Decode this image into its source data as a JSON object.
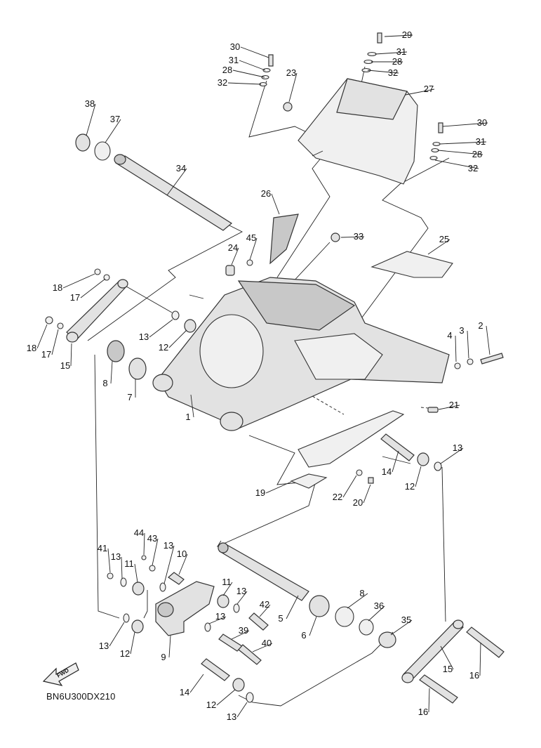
{
  "diagram_code": "BN6U300DX210",
  "fwd_label": "FWD",
  "callouts": [
    {
      "id": "c29",
      "n": "29"
    },
    {
      "id": "c31a",
      "n": "31"
    },
    {
      "id": "c28a",
      "n": "28"
    },
    {
      "id": "c32a",
      "n": "32"
    },
    {
      "id": "c30a",
      "n": "30"
    },
    {
      "id": "c31b",
      "n": "31"
    },
    {
      "id": "c28b",
      "n": "28"
    },
    {
      "id": "c32b",
      "n": "32"
    },
    {
      "id": "c23",
      "n": "23"
    },
    {
      "id": "c27",
      "n": "27"
    },
    {
      "id": "c30b",
      "n": "30"
    },
    {
      "id": "c31c",
      "n": "31"
    },
    {
      "id": "c28c",
      "n": "28"
    },
    {
      "id": "c32c",
      "n": "32"
    },
    {
      "id": "c38",
      "n": "38"
    },
    {
      "id": "c37",
      "n": "37"
    },
    {
      "id": "c34",
      "n": "34"
    },
    {
      "id": "c26",
      "n": "26"
    },
    {
      "id": "c33",
      "n": "33"
    },
    {
      "id": "c25",
      "n": "25"
    },
    {
      "id": "c24",
      "n": "24"
    },
    {
      "id": "c45",
      "n": "45"
    },
    {
      "id": "c18a",
      "n": "18"
    },
    {
      "id": "c17a",
      "n": "17"
    },
    {
      "id": "c18b",
      "n": "18"
    },
    {
      "id": "c17b",
      "n": "17"
    },
    {
      "id": "c15a",
      "n": "15"
    },
    {
      "id": "c13a",
      "n": "13"
    },
    {
      "id": "c12a",
      "n": "12"
    },
    {
      "id": "c8a",
      "n": "8"
    },
    {
      "id": "c7",
      "n": "7"
    },
    {
      "id": "c1",
      "n": "1"
    },
    {
      "id": "c4",
      "n": "4"
    },
    {
      "id": "c3",
      "n": "3"
    },
    {
      "id": "c2",
      "n": "2"
    },
    {
      "id": "c21",
      "n": "21"
    },
    {
      "id": "c13b",
      "n": "13"
    },
    {
      "id": "c14a",
      "n": "14"
    },
    {
      "id": "c12b",
      "n": "12"
    },
    {
      "id": "c19",
      "n": "19"
    },
    {
      "id": "c22",
      "n": "22"
    },
    {
      "id": "c20",
      "n": "20"
    },
    {
      "id": "c44",
      "n": "44"
    },
    {
      "id": "c43",
      "n": "43"
    },
    {
      "id": "c13c",
      "n": "13"
    },
    {
      "id": "c41",
      "n": "41"
    },
    {
      "id": "c13d",
      "n": "13"
    },
    {
      "id": "c11a",
      "n": "11"
    },
    {
      "id": "c10",
      "n": "10"
    },
    {
      "id": "c11b",
      "n": "11"
    },
    {
      "id": "c13e",
      "n": "13"
    },
    {
      "id": "c13f",
      "n": "13"
    },
    {
      "id": "c8b",
      "n": "8"
    },
    {
      "id": "c36",
      "n": "36"
    },
    {
      "id": "c42",
      "n": "42"
    },
    {
      "id": "c5",
      "n": "5"
    },
    {
      "id": "c6",
      "n": "6"
    },
    {
      "id": "c35",
      "n": "35"
    },
    {
      "id": "c39",
      "n": "39"
    },
    {
      "id": "c40",
      "n": "40"
    },
    {
      "id": "c13g",
      "n": "13"
    },
    {
      "id": "c12c",
      "n": "12"
    },
    {
      "id": "c9",
      "n": "9"
    },
    {
      "id": "c15b",
      "n": "15"
    },
    {
      "id": "c16a",
      "n": "16"
    },
    {
      "id": "c14b",
      "n": "14"
    },
    {
      "id": "c12d",
      "n": "12"
    },
    {
      "id": "c13h",
      "n": "13"
    },
    {
      "id": "c16b",
      "n": "16"
    }
  ]
}
